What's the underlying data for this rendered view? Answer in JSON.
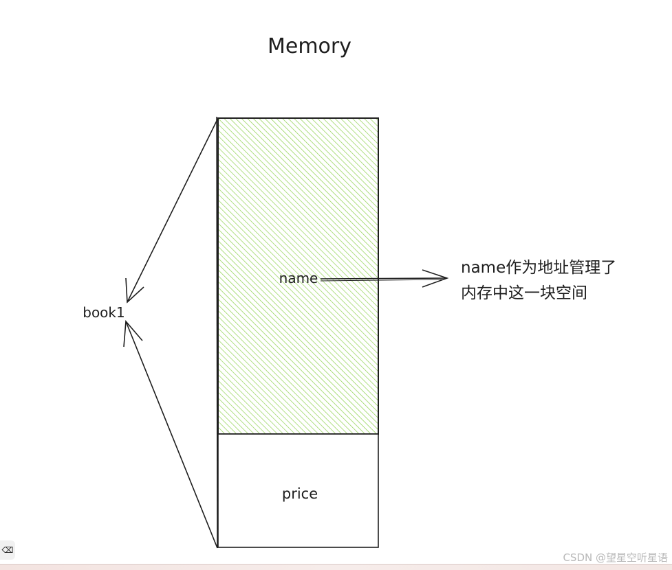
{
  "diagram": {
    "title": "Memory",
    "object_label": "book1",
    "blocks": [
      {
        "id": "name",
        "label": "name",
        "fill_color": "#8fd14f"
      },
      {
        "id": "price",
        "label": "price",
        "fill_color": "#ffffff"
      }
    ],
    "note_lines": [
      "name作为地址管理了",
      "内存中这一块空间"
    ],
    "stroke_color": "#1e1e1e"
  },
  "watermark": "CSDN @望星空听星语",
  "toolbar": {
    "eraser_icon": "eraser-icon"
  }
}
